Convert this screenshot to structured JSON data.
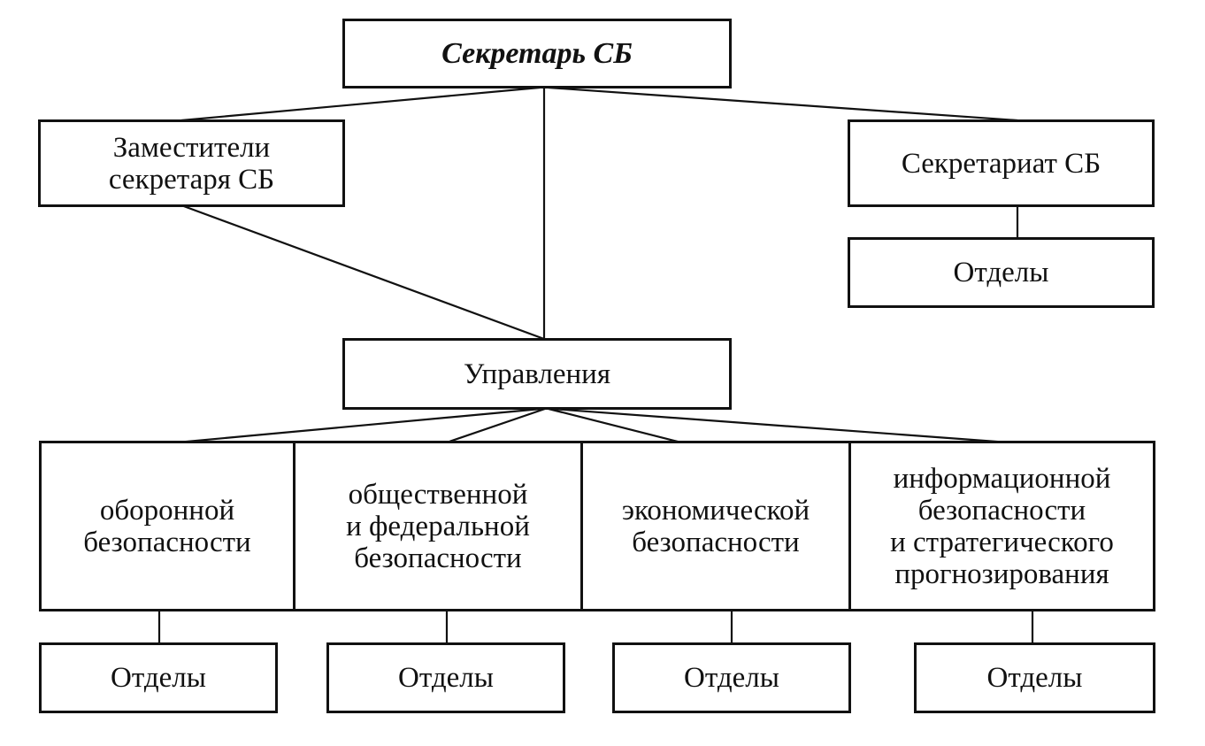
{
  "secretary": "Секретарь СБ",
  "deputies": [
    "Заместители",
    "секретаря СБ"
  ],
  "secretariat": "Секретариат СБ",
  "secretariat_departments": "Отделы",
  "directorates": "Управления",
  "units": [
    {
      "lines": [
        "оборонной",
        "безопасности"
      ],
      "departments": "Отделы"
    },
    {
      "lines": [
        "общественной",
        "и федеральной",
        "безопасности"
      ],
      "departments": "Отделы"
    },
    {
      "lines": [
        "экономической",
        "безопасности"
      ],
      "departments": "Отделы"
    },
    {
      "lines": [
        "информационной",
        "безопасности",
        "и стратегического",
        "прогнозирования"
      ],
      "departments": "Отделы"
    }
  ]
}
